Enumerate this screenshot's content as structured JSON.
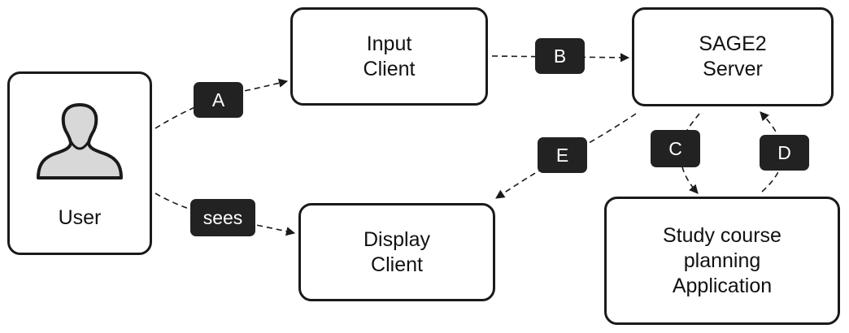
{
  "nodes": {
    "user": {
      "label": "User",
      "icon": "user-silhouette-icon"
    },
    "input_client": {
      "lines": [
        "Input",
        "Client"
      ]
    },
    "sage2_server": {
      "lines": [
        "SAGE2",
        "Server"
      ]
    },
    "display_client": {
      "lines": [
        "Display",
        "Client"
      ]
    },
    "application": {
      "lines": [
        "Study course",
        "planning",
        "Application"
      ]
    }
  },
  "edges": {
    "a": {
      "label": "A",
      "from": "User",
      "to": "Input Client"
    },
    "b": {
      "label": "B",
      "from": "Input Client",
      "to": "SAGE2 Server"
    },
    "c": {
      "label": "C",
      "from": "SAGE2 Server",
      "to": "Study course planning Application"
    },
    "d": {
      "label": "D",
      "from": "Study course planning Application",
      "to": "SAGE2 Server"
    },
    "e": {
      "label": "E",
      "from": "SAGE2 Server",
      "to": "Display Client"
    },
    "sees": {
      "label": "sees",
      "from": "User",
      "to": "Display Client"
    }
  },
  "colors": {
    "stroke": "#1a1a1a",
    "badge_fill": "#222222",
    "badge_text": "#ffffff",
    "icon_fill": "#d8d8d8"
  }
}
